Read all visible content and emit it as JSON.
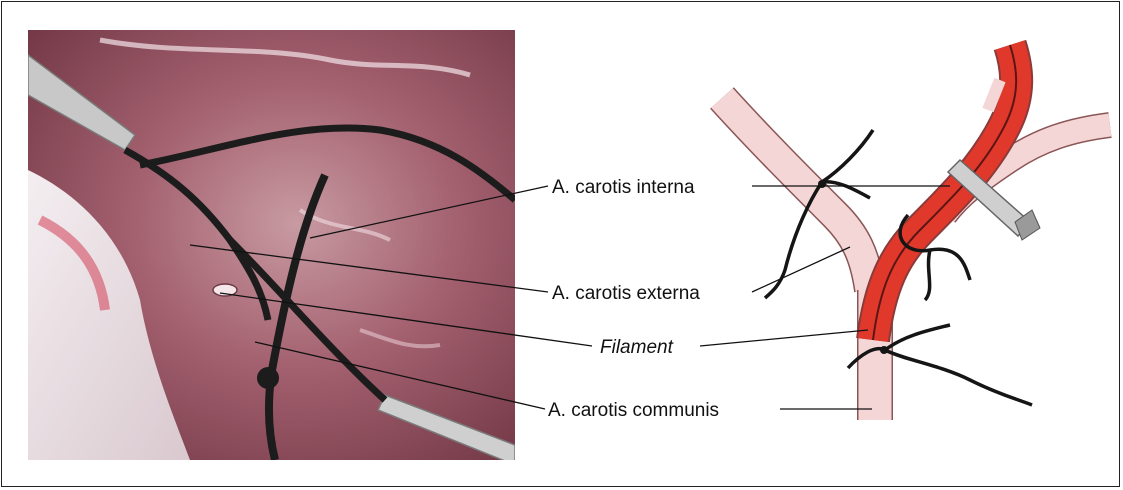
{
  "labels": {
    "interna": "A. carotis interna",
    "externa": "A. carotis externa",
    "filament": "Filament",
    "communis": "A. carotis communis"
  },
  "colors": {
    "vessel": "#f4d6d6",
    "vessel_outline": "#8a5555",
    "filament_red": "#e0392b",
    "suture": "#151515",
    "photo_bg": "#9b5a68"
  }
}
